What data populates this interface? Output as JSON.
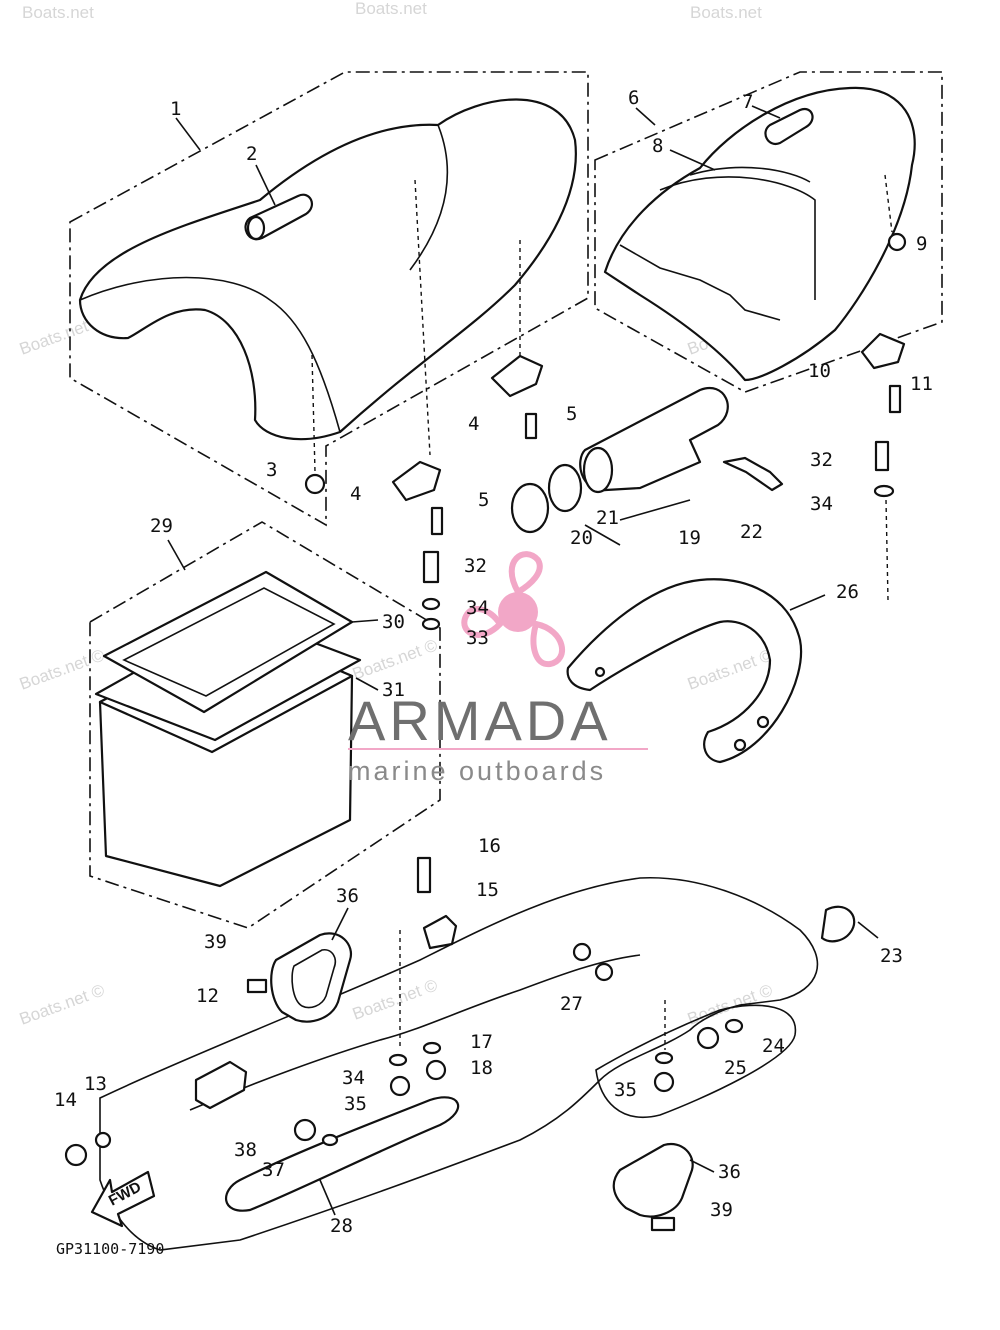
{
  "diagram": {
    "part_code": "GP31100-7190",
    "direction_label": "FWD",
    "watermark_text": "Boats.net ©",
    "watermark_top": "Boats.net",
    "brand": {
      "name": "ARMADA",
      "tagline": "marine outboards",
      "accent_color": "#f2a7c7",
      "text_color": "#6f6f6f"
    },
    "callouts": [
      "1",
      "2",
      "3",
      "4",
      "4",
      "5",
      "5",
      "6",
      "7",
      "8",
      "9",
      "10",
      "11",
      "12",
      "13",
      "14",
      "15",
      "16",
      "17",
      "18",
      "19",
      "20",
      "21",
      "22",
      "23",
      "24",
      "25",
      "26",
      "27",
      "28",
      "29",
      "30",
      "31",
      "32",
      "32",
      "33",
      "34",
      "34",
      "34",
      "35",
      "35",
      "36",
      "36",
      "37",
      "38",
      "39",
      "39"
    ]
  }
}
